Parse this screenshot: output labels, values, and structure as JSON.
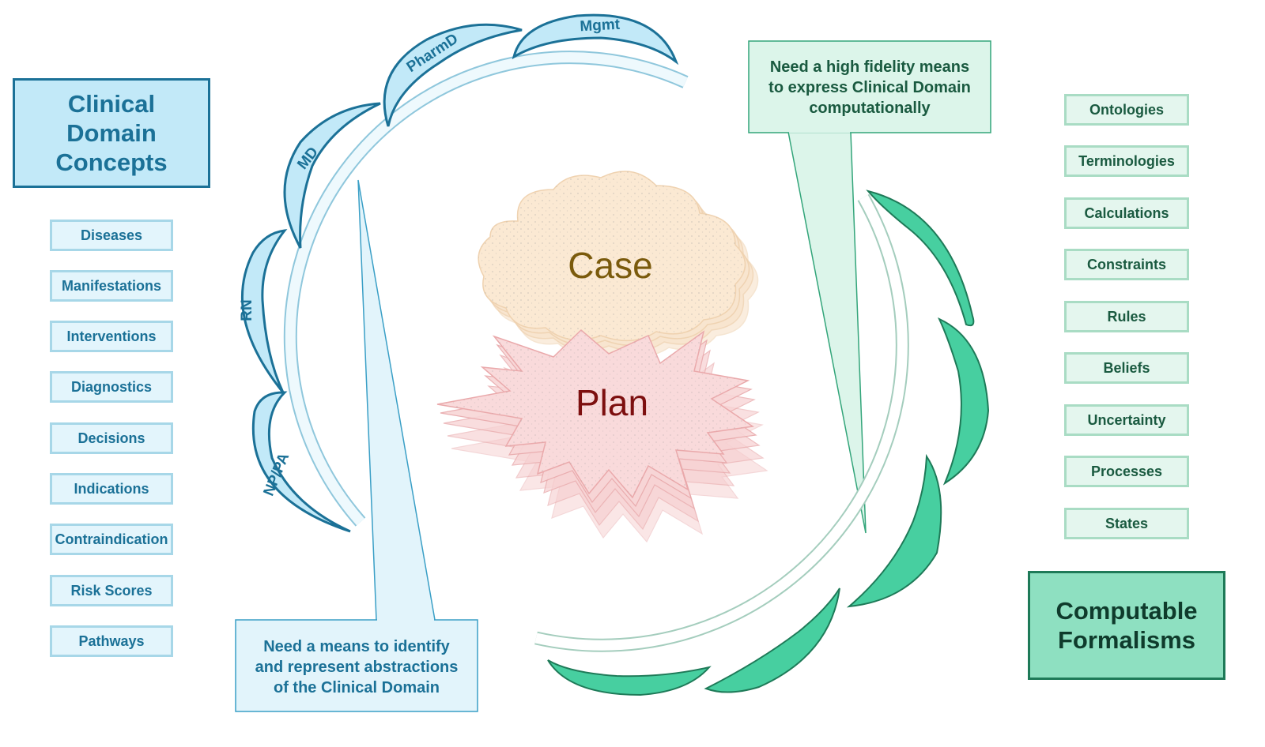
{
  "clinical_domain": {
    "title": "Clinical\nDomain\nConcepts",
    "items": [
      "Diseases",
      "Manifestations",
      "Interventions",
      "Diagnostics",
      "Decisions",
      "Indications",
      "Contraindication",
      "Risk Scores",
      "Pathways"
    ]
  },
  "computable": {
    "title": "Computable\nFormalisms",
    "items": [
      "Ontologies",
      "Terminologies",
      "Calculations",
      "Constraints",
      "Rules",
      "Beliefs",
      "Uncertainty",
      "Processes",
      "States"
    ]
  },
  "roles": [
    "NP/PA",
    "RN",
    "MD",
    "PharmD",
    "Mgmt"
  ],
  "center": {
    "case": "Case",
    "plan": "Plan"
  },
  "callouts": {
    "left": "Need a means to identify\nand represent abstractions\nof the Clinical Domain",
    "right": "Need a high fidelity means\nto express Clinical Domain\ncomputationally"
  },
  "colors": {
    "clinical_accent": "#1b7197",
    "clinical_fill": "#c2e9f8",
    "computable_accent": "#1e7a58",
    "computable_fill": "#47cfa0",
    "case_text": "#7a5a0c",
    "plan_text": "#7d0f0f"
  }
}
